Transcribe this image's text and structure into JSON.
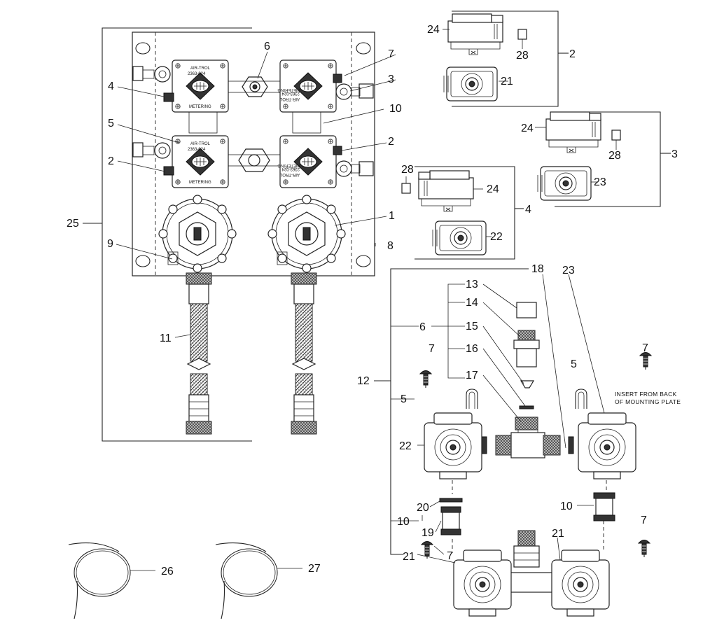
{
  "labels": {
    "l1": "1",
    "l2a": "2",
    "l2b": "2",
    "l2c": "2",
    "l3a": "3",
    "l3b": "3",
    "l4a": "4",
    "l4b": "4",
    "l5a": "5",
    "l5b": "5",
    "l5c": "5",
    "l6a": "6",
    "l6b": "6",
    "l7a": "7",
    "l7b": "7",
    "l7c": "7",
    "l7d": "7",
    "l7e": "7",
    "l8": "8",
    "l9": "9",
    "l10a": "10",
    "l10b": "10",
    "l10c": "10",
    "l11": "11",
    "l12": "12",
    "l13": "13",
    "l14": "14",
    "l15": "15",
    "l16": "16",
    "l17": "17",
    "l18": "18",
    "l19": "19",
    "l20": "20",
    "l21a": "21",
    "l21b": "21",
    "l21c": "21",
    "l22a": "22",
    "l22b": "22",
    "l23a": "23",
    "l23b": "23",
    "l24a": "24",
    "l24b": "24",
    "l24c": "24",
    "l25": "25",
    "l26": "26",
    "l27": "27",
    "l28a": "28",
    "l28b": "28",
    "l28c": "28"
  },
  "note": {
    "line1": "INSERT FROM BACK",
    "line2": "OF MOUNTING PLATE"
  },
  "valve_plate": {
    "brand": "AIR-TROL",
    "part": "2363-024",
    "mode": "METERING"
  }
}
